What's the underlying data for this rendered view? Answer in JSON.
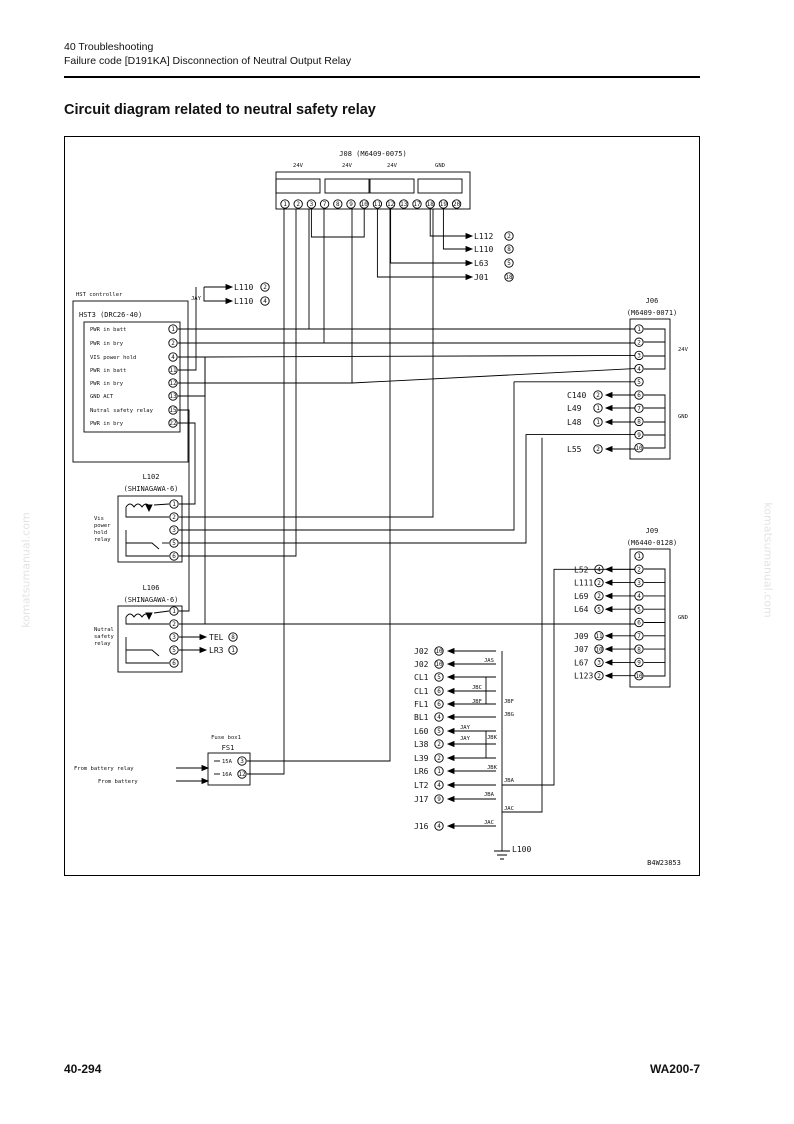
{
  "header": {
    "section": "40 Troubleshooting",
    "subtitle": "Failure code [D191KA] Disconnection of Neutral Output Relay"
  },
  "title": "Circuit diagram related to neutral safety relay",
  "watermark": "komatsumanual.com",
  "footer": {
    "page": "40-294",
    "model": "WA200-7"
  },
  "diagram": {
    "figure_id": "B4W23853",
    "j08": {
      "label": "J08 (M6409-0075)",
      "groups": [
        "24V",
        "24V",
        "24V",
        "GND"
      ],
      "pins": [
        "1",
        "2",
        "3",
        "7",
        "8",
        "9",
        "10",
        "11",
        "12",
        "13",
        "17",
        "18",
        "19",
        "20"
      ]
    },
    "j08_outputs": [
      {
        "name": "L112",
        "pin": "2"
      },
      {
        "name": "L110",
        "pin": "8"
      },
      {
        "name": "L63",
        "pin": "5"
      },
      {
        "name": "J01",
        "pin": "18"
      }
    ],
    "jay_outputs": {
      "label": "JAY",
      "items": [
        {
          "name": "L110",
          "pin": "2"
        },
        {
          "name": "L110",
          "pin": "4"
        }
      ]
    },
    "hst": {
      "caption": "HST controller",
      "label": "HST3 (DRC26-40)",
      "rows": [
        {
          "name": "PWR in batt",
          "pin": "1"
        },
        {
          "name": "PWR in bry",
          "pin": "2"
        },
        {
          "name": "VIS power hold",
          "pin": "4"
        },
        {
          "name": "PWR in batt",
          "pin": "11"
        },
        {
          "name": "PWR in bry",
          "pin": "12"
        },
        {
          "name": "GND ACT",
          "pin": "13"
        },
        {
          "name": "Nutral safety relay",
          "pin": "15"
        },
        {
          "name": "PWR in bry",
          "pin": "22"
        }
      ]
    },
    "j06": {
      "label": "J06",
      "part": "(M6409-0071)",
      "pins": [
        "1",
        "2",
        "3",
        "4",
        "5",
        "6",
        "7",
        "8",
        "9",
        "10"
      ],
      "group_24v": "24V",
      "group_gnd": "GND",
      "left": [
        {
          "name": "C140",
          "pin": "2"
        },
        {
          "name": "L49",
          "pin": "1"
        },
        {
          "name": "L48",
          "pin": "1"
        },
        {
          "name": "L55",
          "pin": "2"
        }
      ]
    },
    "l102": {
      "label": "L102",
      "part": "(SHINAGAWA-6)",
      "pins": [
        "1",
        "2",
        "3",
        "5",
        "6"
      ],
      "side": [
        "Vis",
        "power",
        "hold",
        "relay"
      ]
    },
    "l106": {
      "label": "L106",
      "part": "(SHINAGAWA-6)",
      "pins": [
        "1",
        "2",
        "3",
        "5",
        "6"
      ],
      "side": [
        "Nutral",
        "safety",
        "relay"
      ],
      "outputs": [
        {
          "name": "TEL",
          "pin": "8"
        },
        {
          "name": "LR3",
          "pin": "1"
        }
      ]
    },
    "j09": {
      "label": "J09",
      "part": "(M6440-0128)",
      "pins": [
        "1",
        "2",
        "3",
        "4",
        "5",
        "6",
        "7",
        "8",
        "9",
        "10"
      ],
      "group_gnd": "GND",
      "left_top": [
        {
          "name": "L52",
          "pin": "4"
        },
        {
          "name": "L111",
          "pin": "2"
        },
        {
          "name": "L69",
          "pin": "2"
        },
        {
          "name": "L64",
          "pin": "5"
        }
      ],
      "left_bottom": [
        {
          "name": "J09",
          "pin": "11"
        },
        {
          "name": "J07",
          "pin": "10"
        },
        {
          "name": "L67",
          "pin": "3"
        },
        {
          "name": "L123",
          "pin": "2"
        }
      ]
    },
    "ground_bus": {
      "items": [
        {
          "name": "J02",
          "pin": "10"
        },
        {
          "name": "J02",
          "pin": "10"
        },
        {
          "name": "CL1",
          "pin": "5"
        },
        {
          "name": "CL1",
          "pin": "6"
        },
        {
          "name": "FL1",
          "pin": "6"
        },
        {
          "name": "BL1",
          "pin": "4"
        },
        {
          "name": "L60",
          "pin": "5"
        },
        {
          "name": "L38",
          "pin": "2"
        },
        {
          "name": "L39",
          "pin": "2"
        },
        {
          "name": "LR6",
          "pin": "1"
        },
        {
          "name": "LT2",
          "pin": "4"
        },
        {
          "name": "J17",
          "pin": "9"
        },
        {
          "name": "J16",
          "pin": "4"
        }
      ],
      "splices": [
        "JAS",
        "JBC",
        "JBF",
        "JBF",
        "JBG",
        "JAY",
        "JBK",
        "JAY",
        "JBK",
        "JBA",
        "JBA",
        "JAC",
        "JAC"
      ],
      "ground_label": "L100"
    },
    "fuse": {
      "caption": "Fuse box1",
      "label": "FS1",
      "fuses": [
        "15A",
        "16A"
      ],
      "pins": [
        "3",
        "12"
      ],
      "inputs": [
        "From battery relay",
        "From battery"
      ]
    }
  }
}
